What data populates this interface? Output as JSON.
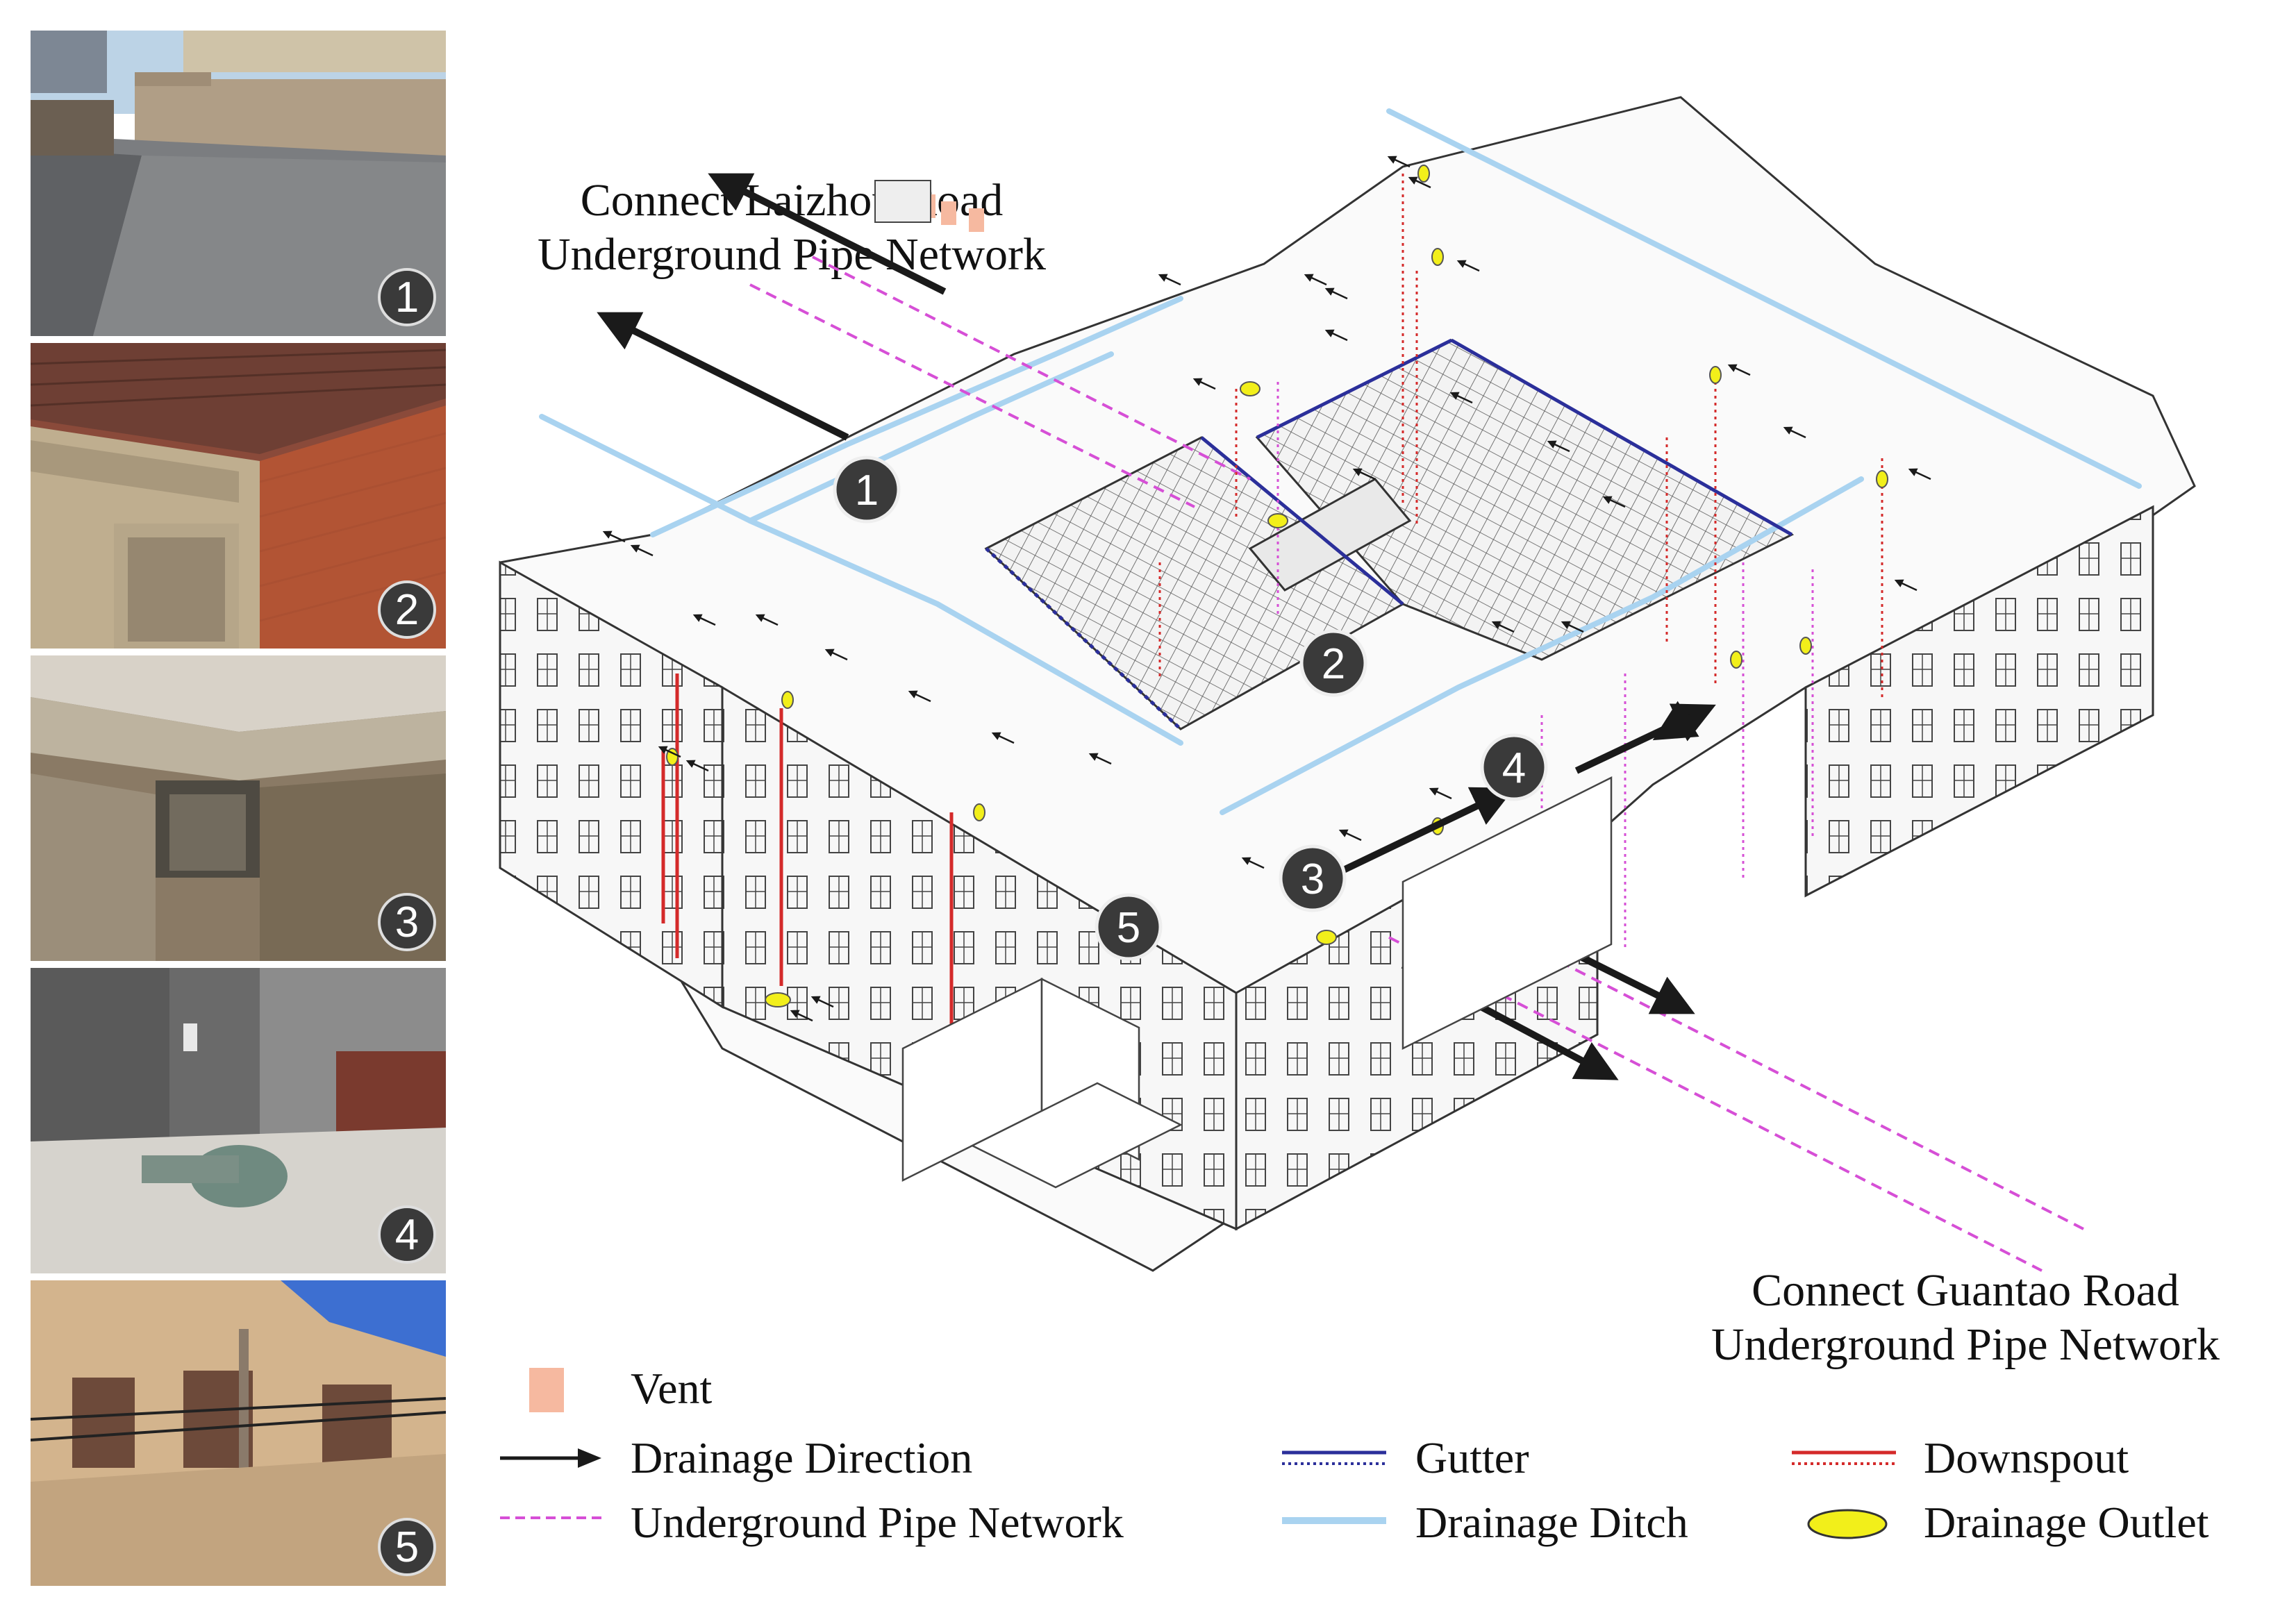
{
  "photos": [
    {
      "number": "1",
      "subject": "flat roof"
    },
    {
      "number": "2",
      "subject": "tiled roof edge"
    },
    {
      "number": "3",
      "subject": "gutter corner"
    },
    {
      "number": "4",
      "subject": "roof drainage outlet"
    },
    {
      "number": "5",
      "subject": "facade downspout"
    }
  ],
  "callouts": {
    "top_left_line1": "Connect Laizhou Road",
    "top_left_line2": "Underground Pipe Network",
    "bottom_right_line1": "Connect Guantao Road",
    "bottom_right_line2": "Underground Pipe Network"
  },
  "diagram_markers": [
    "1",
    "2",
    "3",
    "4",
    "5"
  ],
  "legend": {
    "vent": "Vent",
    "drainage_direction": "Drainage Direction",
    "underground_pipe_network": "Underground Pipe Network",
    "gutter": "Gutter",
    "drainage_ditch": "Drainage Ditch",
    "downspout": "Downspout",
    "drainage_outlet": "Drainage Outlet"
  },
  "colors": {
    "vent": "#f6b9a0",
    "gutter": "#2b2f9a",
    "drainage_ditch": "#a9d3f0",
    "downspout": "#d42a2a",
    "drainage_outlet": "#f2ef1a",
    "pipe_network": "#d64fd6",
    "arrow": "#1a1a1a",
    "badge": "#3a3a3a"
  }
}
